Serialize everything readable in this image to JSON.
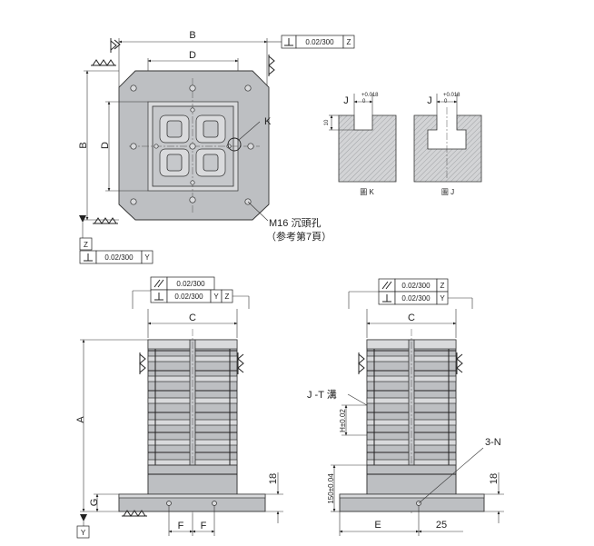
{
  "top_view": {
    "dim_B_horizontal": "B",
    "dim_D_horizontal": "D",
    "dim_B_vertical": "B",
    "dim_D_vertical": "D",
    "callout_K": "K",
    "perp_tolerance": "0.02/300",
    "perp_datum": "Z",
    "datum_Z_box": "Z",
    "bottom_perp_tolerance": "0.02/300",
    "bottom_perp_datum": "Y",
    "screw_note_line1": "M16 沉頭孔",
    "screw_note_line2": "（参考第7頁）"
  },
  "detail_K": {
    "j_label": "J",
    "j_upper": "+0.018",
    "j_lower": "0",
    "depth": "10",
    "caption": "圖 K"
  },
  "detail_J": {
    "j_label": "J",
    "j_upper": "+0.018",
    "j_lower": "0",
    "caption": "圖 J"
  },
  "front_view": {
    "par_tolerance": "0.02/300",
    "perp_tolerance": "0.02/300",
    "perp_datum_1": "Y",
    "perp_datum_2": "Z",
    "dim_C": "C",
    "dim_A": "A",
    "dim_G": "G",
    "dim_18": "18",
    "dim_F_left": "F",
    "dim_F_right": "F",
    "datum_Y_box": "Y"
  },
  "side_view": {
    "par_tolerance": "0.02/300",
    "par_datum": "Z",
    "perp_tolerance": "0.02/300",
    "perp_datum": "Y",
    "dim_C": "C",
    "slot_label": "J -T 溝",
    "dim_H": "H±0.02",
    "hole_label": "3-N",
    "dim_150": "150±0.04",
    "dim_18": "18",
    "dim_E": "E",
    "dim_25": "25"
  }
}
